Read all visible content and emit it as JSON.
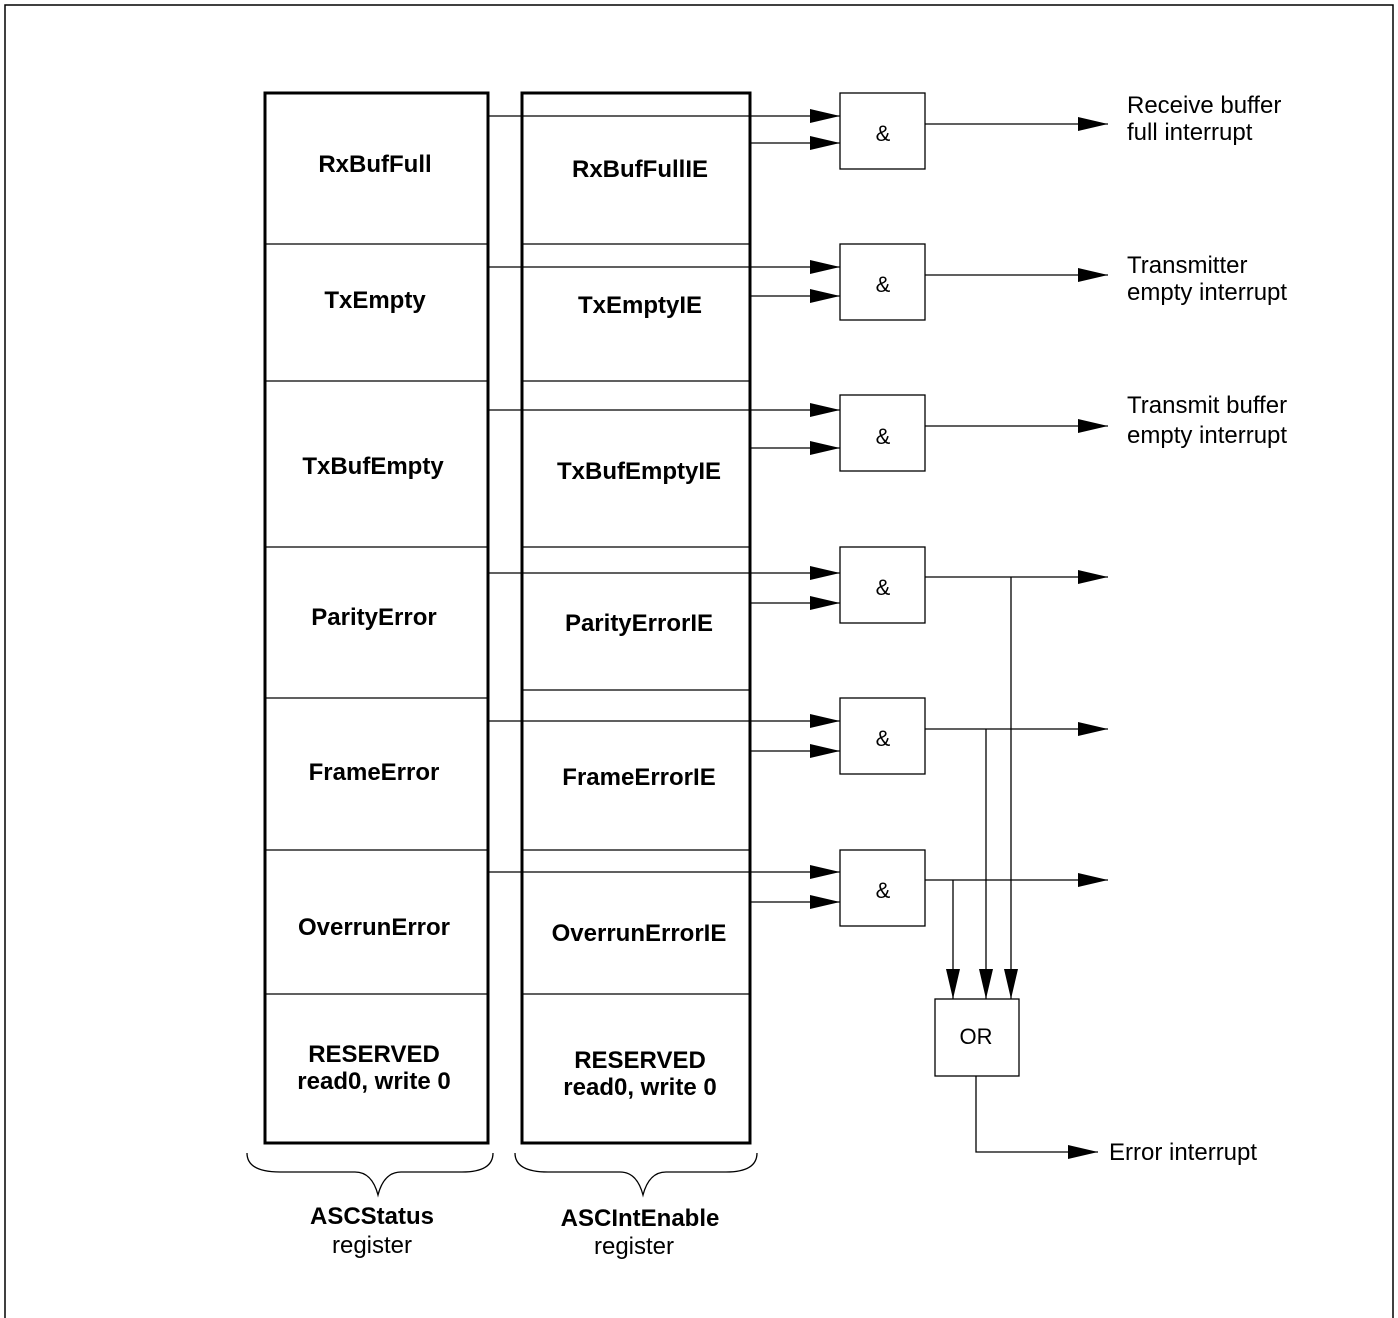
{
  "status_register": {
    "name": "ASCStatus",
    "suffix": "register",
    "fields": [
      {
        "line1": "RxBufFull",
        "line2": ""
      },
      {
        "line1": "TxEmpty",
        "line2": ""
      },
      {
        "line1": "TxBufEmpty",
        "line2": ""
      },
      {
        "line1": "ParityError",
        "line2": ""
      },
      {
        "line1": "FrameError",
        "line2": ""
      },
      {
        "line1": "OverrunError",
        "line2": ""
      },
      {
        "line1": "RESERVED",
        "line2": "read0, write 0"
      }
    ]
  },
  "enable_register": {
    "name": "ASCIntEnable",
    "suffix": "register",
    "fields": [
      {
        "line1": "RxBufFullIE",
        "line2": ""
      },
      {
        "line1": "TxEmptyIE",
        "line2": ""
      },
      {
        "line1": "TxBufEmptyIE",
        "line2": ""
      },
      {
        "line1": "ParityErrorIE",
        "line2": ""
      },
      {
        "line1": "FrameErrorIE",
        "line2": ""
      },
      {
        "line1": "OverrunErrorIE",
        "line2": ""
      },
      {
        "line1": "RESERVED",
        "line2": "read0, write 0"
      }
    ]
  },
  "and_gate_label": "&",
  "or_gate_label": "OR",
  "outputs": [
    {
      "line1": "Receive buffer",
      "line2": "full interrupt"
    },
    {
      "line1": "Transmitter",
      "line2": "empty interrupt"
    },
    {
      "line1": "Transmit buffer",
      "line2": "empty interrupt"
    }
  ],
  "error_output": "Error interrupt"
}
